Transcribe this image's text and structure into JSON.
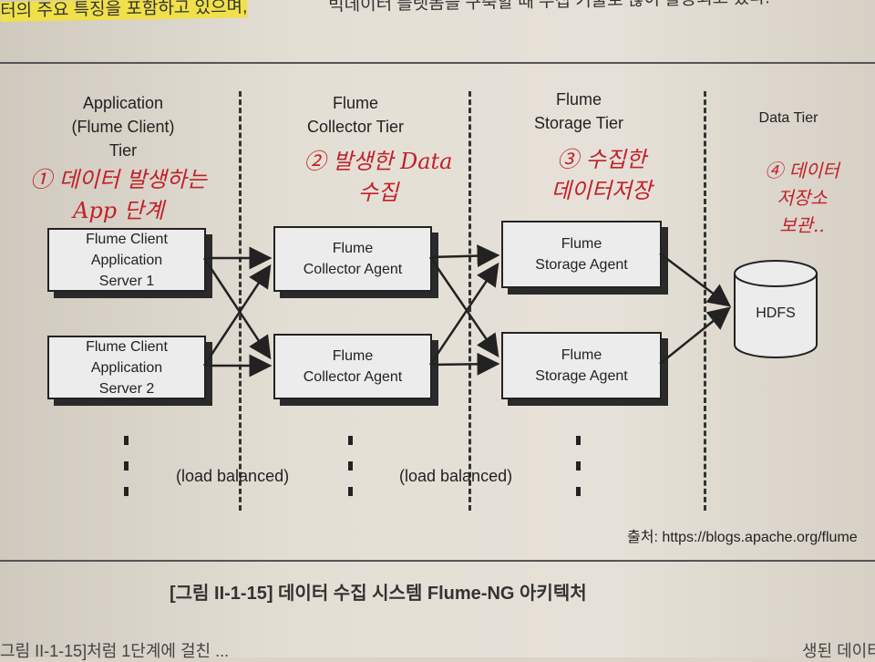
{
  "top_text": {
    "left": "터의 주요 특징을 포함하고 있으며,",
    "right": "빅데이터 플랫폼을 구축할 때 수집 기술로 많이 활용되고 있다."
  },
  "tiers": {
    "app": "Application\n(Flume Client)\nTier",
    "collector": "Flume\nCollector Tier",
    "storage": "Flume\nStorage Tier",
    "data": "Data Tier"
  },
  "handwriting": {
    "n1": "① 데이터 발생하는\nApp 단계",
    "n2": "② 발생한 Data\n수집",
    "n3": "③ 수집한\n데이터저장",
    "n4": "④ 데이터\n저장소\n보관.."
  },
  "boxes": {
    "client1": "Flume Client\nApplication\nServer 1",
    "client2": "Flume Client\nApplication\nServer 2",
    "collector1": "Flume\nCollector Agent",
    "collector2": "Flume\nCollector Agent",
    "storage1": "Flume\nStorage Agent",
    "storage2": "Flume\nStorage Agent",
    "hdfs": "HDFS"
  },
  "load_balanced": "(load balanced)",
  "source": "출처: https://blogs.apache.org/flume",
  "caption": "[그림 II-1-15] 데이터 수집 시스템 Flume-NG 아키텍처",
  "bottom_text": {
    "left": "그림 II-1-15]처럼 1단계에 걸친 ...",
    "right": "생된 데이터"
  },
  "colors": {
    "handwriting": "#c2202a",
    "highlight": "#f0e04a"
  }
}
